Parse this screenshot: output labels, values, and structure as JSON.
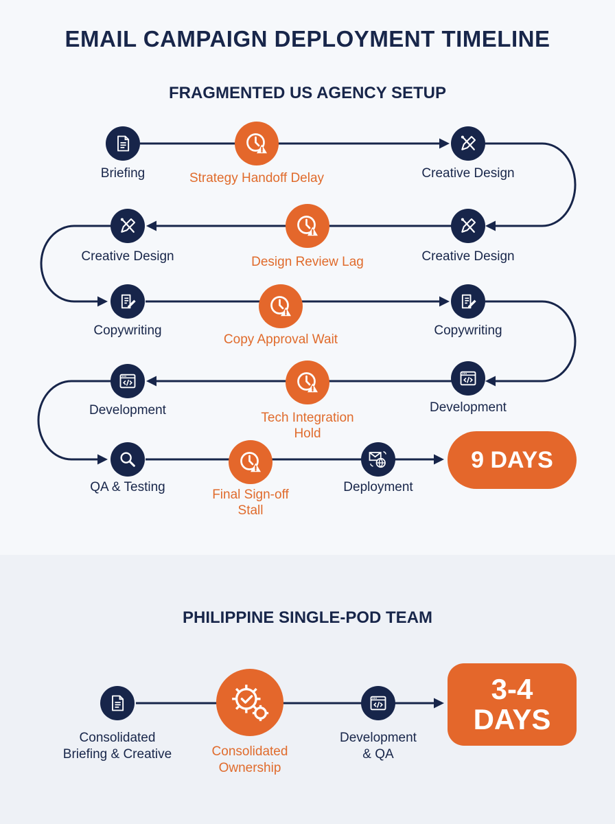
{
  "title": "EMAIL CAMPAIGN DEPLOYMENT TIMELINE",
  "us_setup": {
    "heading": "FRAGMENTED US AGENCY SETUP",
    "steps": {
      "r1_briefing": "Briefing",
      "r1_delay": "Strategy Handoff Delay",
      "r1_creative": "Creative Design",
      "r2_creative_right": "Creative Design",
      "r2_delay": "Design Review Lag",
      "r2_creative_left": "Creative Design",
      "r3_copy_left": "Copywriting",
      "r3_delay": "Copy Approval Wait",
      "r3_copy_right": "Copywriting",
      "r4_dev_right": "Development",
      "r4_delay_line1": "Tech Integration",
      "r4_delay_line2": "Hold",
      "r4_dev_left": "Development",
      "r5_qa": "QA & Testing",
      "r5_delay_line1": "Final Sign-off",
      "r5_delay_line2": "Stall",
      "r5_deploy": "Deployment"
    },
    "total": "9 DAYS"
  },
  "ph_team": {
    "heading": "PHILIPPINE SINGLE-POD TEAM",
    "steps": {
      "s1_line1": "Consolidated",
      "s1_line2": "Briefing & Creative",
      "s2_line1": "Consolidated",
      "s2_line2": "Ownership",
      "s3_line1": "Development",
      "s3_line2": "& QA"
    },
    "total_line1": "3-4",
    "total_line2": "DAYS"
  },
  "colors": {
    "navy": "#17254a",
    "orange": "#e4672b",
    "orange_text": "#e06b2c"
  },
  "icons": {
    "briefing": "document-icon",
    "delay": "clock-warning-icon",
    "creative": "pencil-brush-icon",
    "copy": "edit-document-icon",
    "development": "code-window-icon",
    "qa": "magnifier-icon",
    "deployment": "mail-globe-icon",
    "ownership": "gear-check-icon"
  }
}
